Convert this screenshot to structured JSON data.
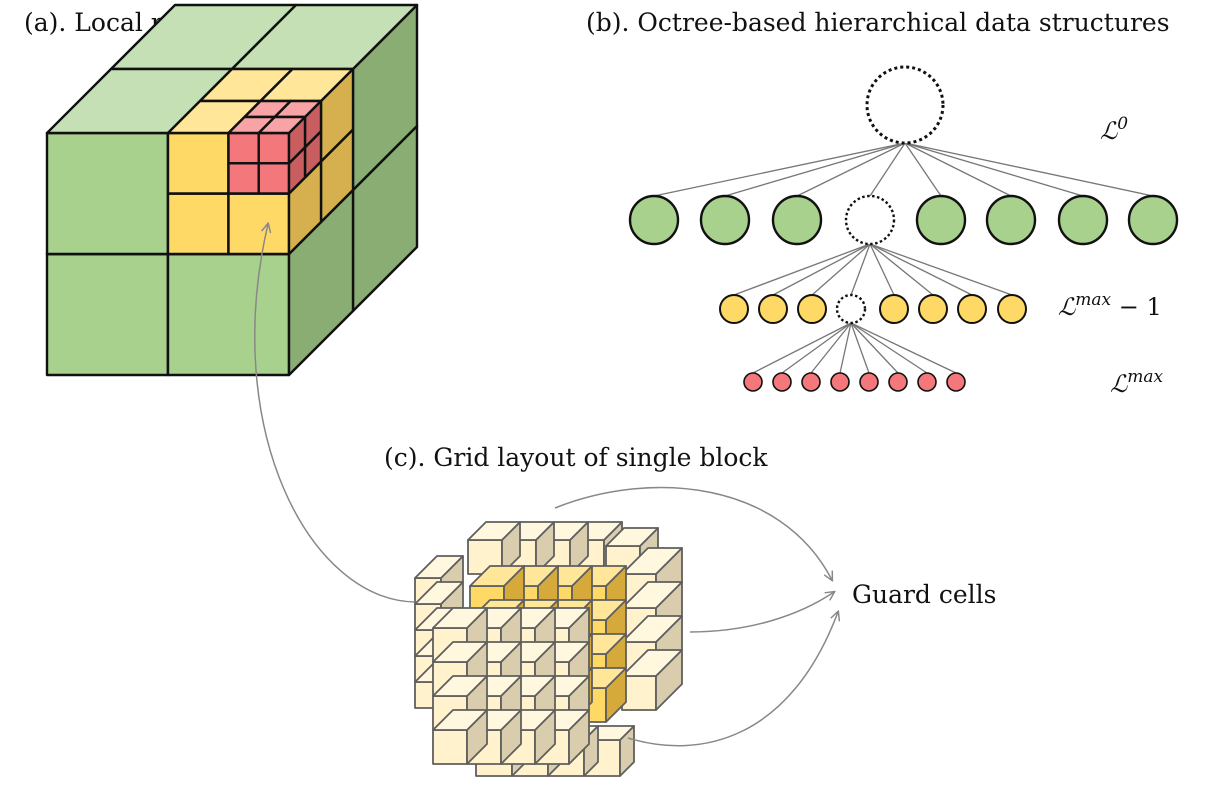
{
  "captions": {
    "a": "(a). Local refined blocks",
    "b": "(b). Octree-based hierarchical data structures",
    "c": "(c). Grid layout of single block"
  },
  "levels": {
    "top": {
      "base": "ℒ",
      "sup": "0",
      "tail": ""
    },
    "mid": {
      "base": "ℒ",
      "sup": "max",
      "tail": " − 1"
    },
    "bottom": {
      "base": "ℒ",
      "sup": "max",
      "tail": ""
    }
  },
  "guard_label": "Guard cells",
  "tree": {
    "level1": [
      "filled",
      "filled",
      "filled",
      "empty",
      "filled",
      "filled",
      "filled",
      "filled"
    ],
    "level2": [
      "filled",
      "filled",
      "filled",
      "empty",
      "filled",
      "filled",
      "filled",
      "filled"
    ],
    "level3": [
      "filled",
      "filled",
      "filled",
      "filled",
      "filled",
      "filled",
      "filled",
      "filled"
    ]
  },
  "colors": {
    "green": "#a9d18e",
    "green_side": "#8aad74",
    "green_top": "#c5e0b4",
    "yellow": "#ffd966",
    "yellow_side": "#d6b04e",
    "yellow_top": "#ffe699",
    "red": "#f4777b",
    "red_side": "#c85e60",
    "red_top": "#f8a3a5",
    "cream": "#fff2cc",
    "cream_side": "#d9cdad",
    "cream_top": "#fff7de",
    "core": "#ffd966",
    "core_side": "#d6aa3a",
    "outline": "#111111",
    "line": "#777777"
  }
}
